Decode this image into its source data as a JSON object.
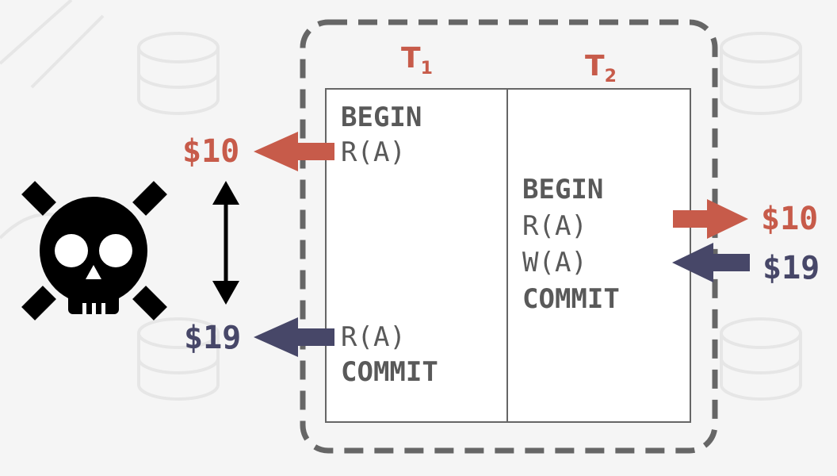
{
  "colors": {
    "red": "#c75b4a",
    "navy": "#474768",
    "text_gray": "#595959",
    "border_gray": "#666666",
    "black": "#000000"
  },
  "transactions": [
    {
      "label": "T",
      "subscript": "1",
      "ops": [
        "BEGIN",
        "R(A)",
        "R(A)",
        "COMMIT"
      ]
    },
    {
      "label": "T",
      "subscript": "2",
      "ops": [
        "BEGIN",
        "R(A)",
        "W(A)",
        "COMMIT"
      ]
    }
  ],
  "values": {
    "t1_first_read": "$10",
    "t1_second_read": "$19",
    "t2_read": "$10",
    "t2_write": "$19"
  },
  "icons": [
    "skull-crossbones-icon",
    "double-arrow-icon"
  ]
}
